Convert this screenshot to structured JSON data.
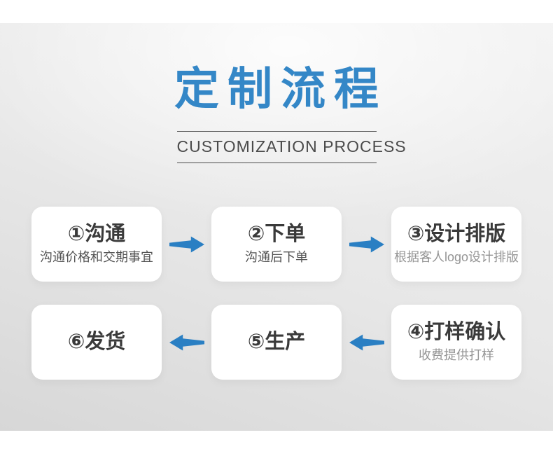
{
  "colors": {
    "title_blue": "#3487c7",
    "arrow_blue": "#2a7fc3"
  },
  "header": {
    "title": "定制流程",
    "subtitle": "CUSTOMIZATION PROCESS"
  },
  "flow": {
    "rows": [
      {
        "direction": "right",
        "steps": [
          {
            "number": "①",
            "name": "沟通",
            "subtitle": "沟通价格和交期事宜"
          },
          {
            "number": "②",
            "name": "下单",
            "subtitle": "沟通后下单"
          },
          {
            "number": "③",
            "name": "设计排版",
            "subtitle": "根据客人logo设计排版"
          }
        ]
      },
      {
        "direction": "left",
        "steps": [
          {
            "number": "⑥",
            "name": "发货"
          },
          {
            "number": "⑤",
            "name": "生产"
          },
          {
            "number": "④",
            "name": "打样确认",
            "subtitle": "收费提供打样"
          }
        ]
      }
    ]
  }
}
